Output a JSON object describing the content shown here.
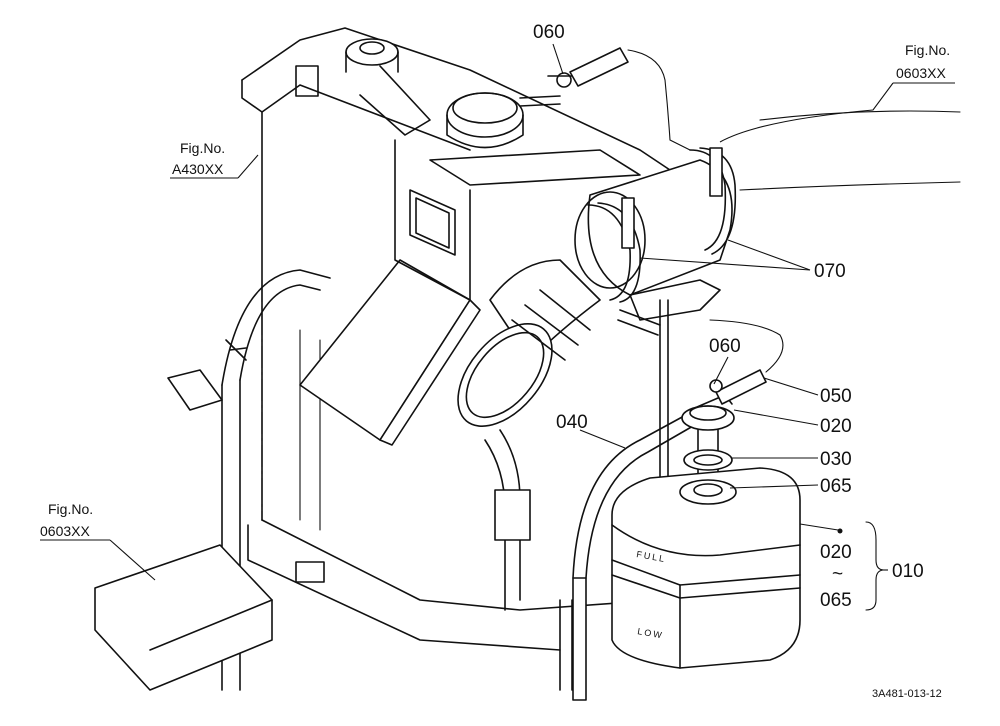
{
  "callouts": {
    "p060_top": "060",
    "p070": "070",
    "p060_mid": "060",
    "p050": "050",
    "p020": "020",
    "p040": "040",
    "p030": "030",
    "p065": "065",
    "p010": "010",
    "range_from": "020",
    "range_tilde": "~",
    "range_to": "065"
  },
  "figure_refs": {
    "top_right": {
      "label": "Fig.No.",
      "number": "0603XX"
    },
    "left_mid": {
      "label": "Fig.No.",
      "number": "A430XX"
    },
    "bottom_left": {
      "label": "Fig.No.",
      "number": "0603XX"
    }
  },
  "tank_markings": {
    "full": "FULL",
    "low": "LOW"
  },
  "drawing_code": "3A481-013-12"
}
